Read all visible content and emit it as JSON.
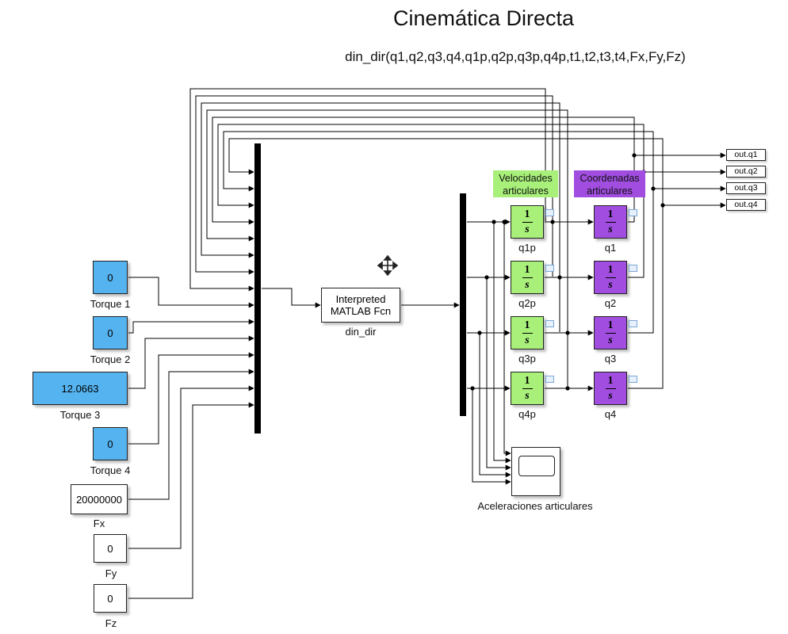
{
  "title": "Cinemática Directa",
  "subtitle": "din_dir(q1,q2,q3,q4,q1p,q2p,q3p,q4p,t1,t2,t3,t4,Fx,Fy,Fz)",
  "constants": [
    {
      "value": "0",
      "label": "Torque 1",
      "color": "#55b3f0"
    },
    {
      "value": "0",
      "label": "Torque 2",
      "color": "#55b3f0"
    },
    {
      "value": "12.0663",
      "label": "Torque 3",
      "color": "#55b3f0"
    },
    {
      "value": "0",
      "label": "Torque 4",
      "color": "#55b3f0"
    },
    {
      "value": "20000000",
      "label": "Fx",
      "color": "#ffffff"
    },
    {
      "value": "0",
      "label": "Fy",
      "color": "#ffffff"
    },
    {
      "value": "0",
      "label": "Fz",
      "color": "#ffffff"
    }
  ],
  "fcn": {
    "line1": "Interpreted",
    "line2": "MATLAB Fcn",
    "label": "din_dir"
  },
  "integrators": {
    "numerator": "1",
    "denominator": "s",
    "velocity": [
      {
        "label": "q1p"
      },
      {
        "label": "q2p"
      },
      {
        "label": "q3p"
      },
      {
        "label": "q4p"
      }
    ],
    "position": [
      {
        "label": "q1"
      },
      {
        "label": "q2"
      },
      {
        "label": "q3"
      },
      {
        "label": "q4"
      }
    ]
  },
  "annotations": {
    "velocidades": "Velocidades articulares",
    "coordenadas": "Coordenadas articulares"
  },
  "scope": {
    "label": "Aceleraciones articulares"
  },
  "outports": [
    "out.q1",
    "out.q2",
    "out.q3",
    "out.q4"
  ],
  "colors": {
    "blue": "#55b3f0",
    "green": "#a8f07a",
    "purple": "#a04de0",
    "wire": "#000000"
  },
  "icons": {
    "move": "move-cursor-icon",
    "port": "port-value-icon"
  }
}
